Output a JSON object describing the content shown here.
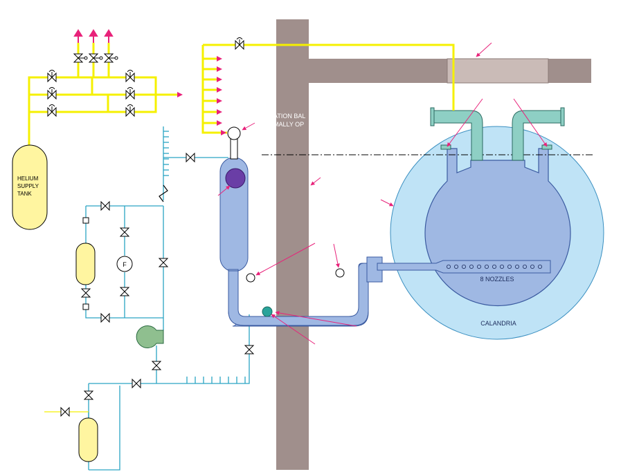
{
  "colors": {
    "helium_line": "#f5f000",
    "water_line": "#2aa3c4",
    "wall": "#a08f8c",
    "wall_window": "#cabbb7",
    "calandria_outer": "#bfe3f6",
    "calandria_inner": "#9fb8e3",
    "tank_fill": "#fff5a0",
    "pointer": "#e8227a",
    "nozzle_pipe": "#8ecfc4",
    "poison_tank_fill": "#9fb8e3",
    "ball_fill": "#6a3ea6",
    "pump_fill": "#8fbf8f",
    "filter_valve_dot": "#2aa39a"
  },
  "labels": {
    "helium_tank": [
      "HELIUM",
      "SUPPLY",
      "TANK"
    ],
    "balance_line_1": "ATION BAL",
    "balance_line_2": "MALLY OP",
    "nozzles": "8 NOZZLES",
    "calandria": "CALANDRIA",
    "flow_meter": "F"
  },
  "icons": {
    "valve": "bowtie-valve-icon",
    "relief_valve": "relief-valve-icon",
    "check_valve": "check-valve-icon",
    "pump": "centrifugal-pump-icon",
    "vent_arrow": "vent-arrow-icon"
  }
}
